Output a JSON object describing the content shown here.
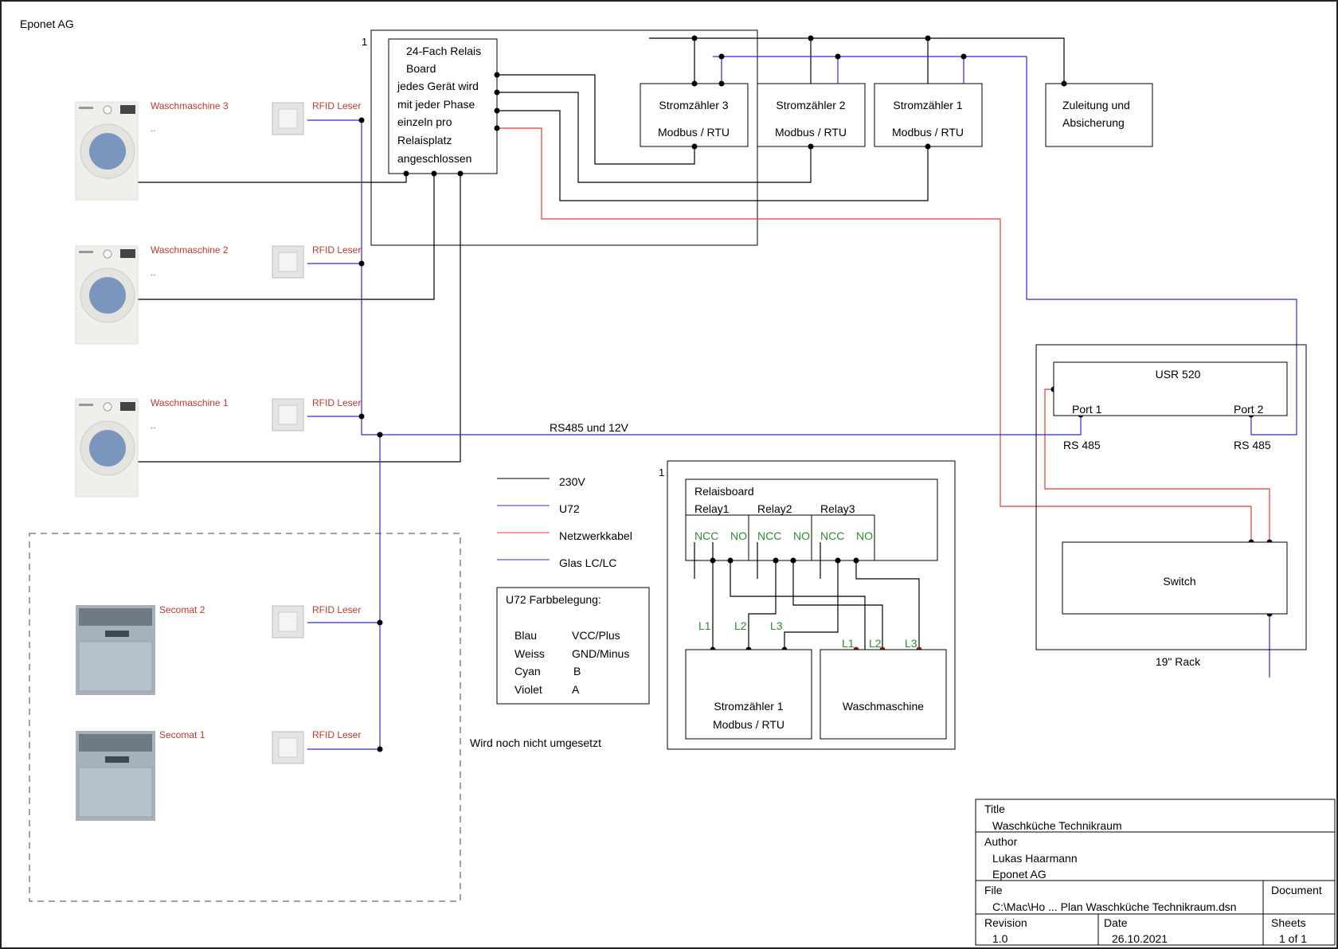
{
  "company": "Eponet AG",
  "sheet_marker": "1",
  "relay_board": {
    "lines": [
      "24-Fach Relais",
      "Board",
      "jedes Gerät wird",
      "mit jeder Phase",
      "einzeln pro",
      "Relaisplatz",
      "angeschlossen"
    ]
  },
  "meters": [
    {
      "name": "Stromzähler 3",
      "protocol": "Modbus / RTU"
    },
    {
      "name": "Stromzähler 2",
      "protocol": "Modbus / RTU"
    },
    {
      "name": "Stromzähler 1",
      "protocol": "Modbus / RTU"
    }
  ],
  "supply": {
    "line1": "Zuleitung und",
    "line2": "Absicherung"
  },
  "devices": [
    {
      "name": "Waschmaschine 3",
      "sub": "..",
      "reader": "RFID Leser"
    },
    {
      "name": "Waschmaschine 2",
      "sub": "..",
      "reader": "RFID Leser"
    },
    {
      "name": "Waschmaschine 1",
      "sub": "..",
      "reader": "RFID Leser"
    },
    {
      "name": "Secomat 2",
      "reader": "RFID Leser"
    },
    {
      "name": "Secomat 1",
      "reader": "RFID Leser"
    }
  ],
  "bus_label": "RS485 und 12V",
  "not_implemented": "Wird noch nicht umgesetzt",
  "legend": [
    {
      "label": "230V",
      "color": "#000000"
    },
    {
      "label": "U72",
      "color": "#2b2bd8"
    },
    {
      "label": "Netzwerkkabel",
      "color": "#e03c2c"
    },
    {
      "label": "Glas LC/LC",
      "color": "#2b2bd8"
    }
  ],
  "color_scheme": {
    "title": "U72 Farbbelegung:",
    "rows": [
      {
        "color": "Blau",
        "signal": "VCC/Plus"
      },
      {
        "color": "Weiss",
        "signal": "GND/Minus"
      },
      {
        "color": "Cyan",
        "signal": "B"
      },
      {
        "color": "Violet",
        "signal": "A"
      }
    ]
  },
  "detail": {
    "marker": "1",
    "board_title": "Relaisboard",
    "relays": [
      "Relay1",
      "Relay2",
      "Relay3"
    ],
    "contacts": [
      "NCC",
      "NO"
    ],
    "phases": [
      "L1",
      "L2",
      "L3"
    ],
    "meter_name": "Stromzähler 1",
    "meter_protocol": "Modbus / RTU",
    "machine": "Waschmaschine"
  },
  "rack": {
    "label": "19\" Rack",
    "usr": "USR 520",
    "port1": "Port 1",
    "port2": "Port 2",
    "rs485_1": "RS 485",
    "rs485_2": "RS 485",
    "switch": "Switch"
  },
  "title_block": {
    "title_label": "Title",
    "title": "Waschküche Technikraum",
    "author_label": "Author",
    "author": "Lukas Haarmann",
    "author_org": "Eponet AG",
    "file_label": "File",
    "file": "C:\\Mac\\Ho ... Plan Waschküche Technikraum.dsn",
    "document_label": "Document",
    "revision_label": "Revision",
    "revision": "1.0",
    "date_label": "Date",
    "date": "26.10.2021",
    "sheets_label": "Sheets",
    "sheets": "1 of 1"
  },
  "colors": {
    "power": "#000000",
    "bus": "#2b2bd8",
    "network": "#e03c2c",
    "device_label": "#c0392b",
    "terminal": "#2e8b2e"
  }
}
